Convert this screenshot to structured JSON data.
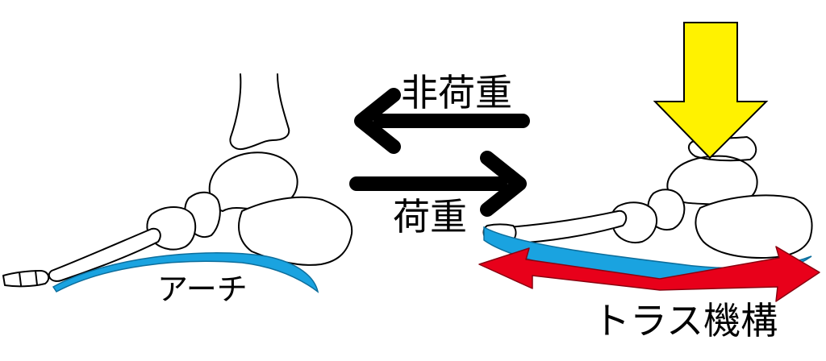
{
  "labels": {
    "unloaded": "非荷重",
    "loaded": "荷重",
    "arch": "アーチ",
    "truss": "トラス機構"
  },
  "colors": {
    "arch_band": "#1aa3e0",
    "truss_arrow": "#e8001a",
    "load_arrow": "#fff200",
    "load_arrow_outline": "#000000",
    "bone_stroke": "#000000",
    "text": "#000000"
  }
}
